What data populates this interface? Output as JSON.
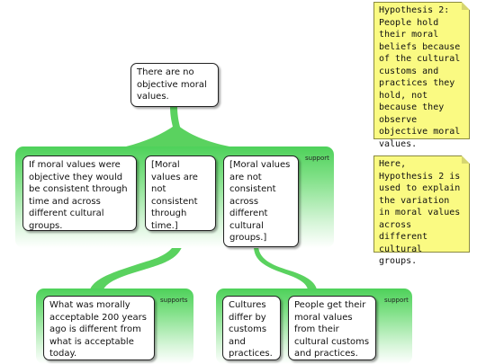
{
  "claim": "There are no objective moral values.",
  "top_group": {
    "label": "support",
    "premises": [
      "If moral values were objective they would be consistent through time and across different cultural groups.",
      "[Moral values are not consistent through time.]",
      "[Moral values are not consistent across different cultural groups.]"
    ]
  },
  "left_group": {
    "label": "supports",
    "premises": [
      "What was morally acceptable 200 years ago is different from what is acceptable today."
    ]
  },
  "right_group": {
    "label": "support",
    "premises": [
      "Cultures differ by customs and practices.",
      "People get their moral values from their cultural customs and practices."
    ]
  },
  "notes": [
    "Hypothesis 2: People hold their moral beliefs because of the cultural customs and practices they hold, not because they observe objective moral values.",
    "Here, Hypothesis 2 is used to explain the variation in moral values across different cultural groups."
  ],
  "colors": {
    "link": "#5ad25f",
    "note": "#fafa82"
  }
}
